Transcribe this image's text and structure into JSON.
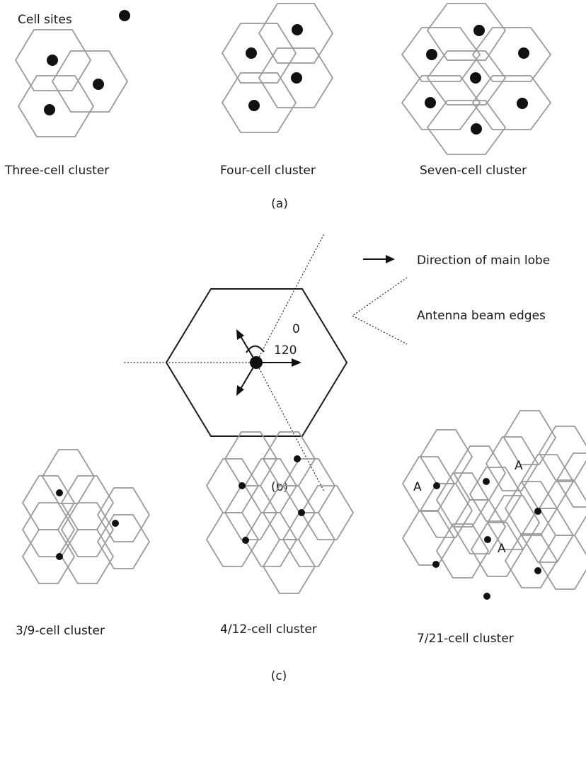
{
  "panel_a": {
    "legend_label": "Cell sites",
    "clusters": [
      {
        "caption": "Three-cell cluster"
      },
      {
        "caption": "Four-cell cluster"
      },
      {
        "caption": "Seven-cell cluster"
      }
    ],
    "panel_label": "(a)"
  },
  "panel_b": {
    "angle_0": "0",
    "angle_120": "120",
    "legend_main_lobe": "Direction of main lobe",
    "legend_beam_edges": "Antenna beam edges",
    "panel_label": "(b)"
  },
  "panel_c": {
    "clusters": [
      {
        "caption": "3/9-cell cluster"
      },
      {
        "caption": "4/12-cell cluster"
      },
      {
        "caption": "7/21-cell cluster"
      }
    ],
    "cell_marker": "A",
    "panel_label": "(c)"
  },
  "colors": {
    "cell_outline": "#9a9a9a",
    "site": "#111111",
    "sector_hex": "#1a1a1a"
  }
}
